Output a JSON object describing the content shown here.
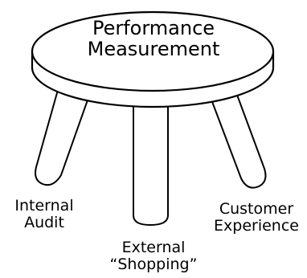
{
  "seat": {
    "line1": "Performance",
    "line2": "Measurement"
  },
  "legs": [
    {
      "line1": "Internal",
      "line2": "Audit"
    },
    {
      "line1": "External",
      "line2": "“Shopping”"
    },
    {
      "line1": "Customer",
      "line2": "Experience"
    }
  ],
  "colors": {
    "stroke": "#000000",
    "fill": "#ffffff"
  }
}
